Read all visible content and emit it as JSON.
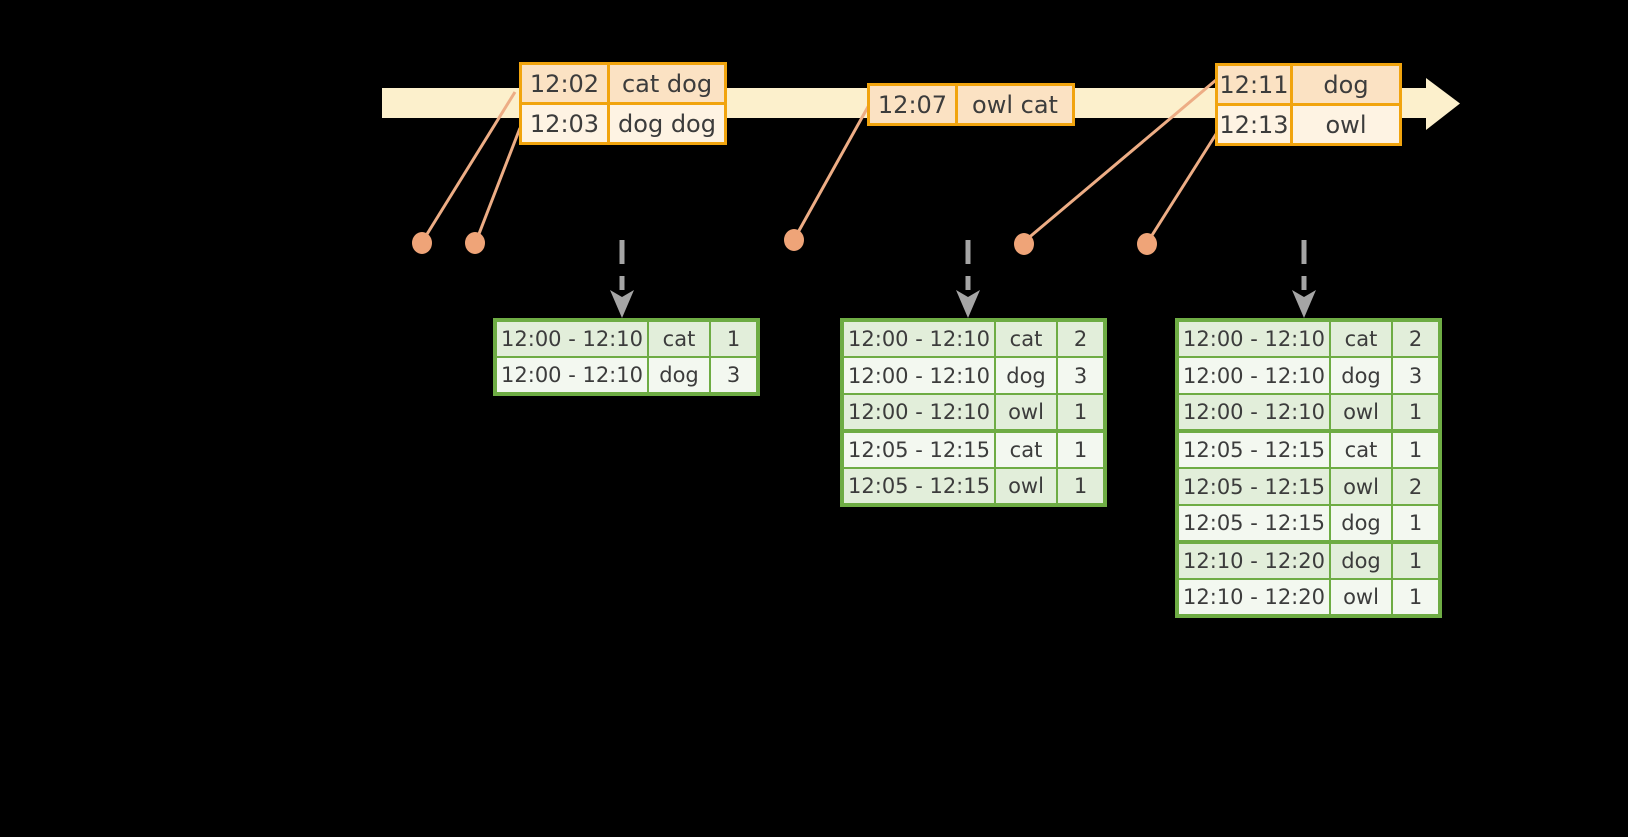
{
  "colors": {
    "background": "#000000",
    "timeline_fill": "#FCF0CC",
    "event_border": "#F1A40E",
    "event_cell_dark": "#FBE2C3",
    "event_cell_light": "#FEF3E3",
    "dot_fill": "#EFA478",
    "leader_line": "#EDAD85",
    "dashed_arrow": "#A5A5A5",
    "result_border": "#6EAC44",
    "result_cell_dark": "#E2EEDA",
    "result_cell_light": "#F3F8F0",
    "text": "#3C3C3C"
  },
  "event_tables": [
    {
      "rows": [
        {
          "time": "12:02",
          "words": "cat dog"
        },
        {
          "time": "12:03",
          "words": "dog dog"
        }
      ]
    },
    {
      "rows": [
        {
          "time": "12:07",
          "words": "owl cat"
        }
      ]
    },
    {
      "rows": [
        {
          "time": "12:11",
          "words": "dog"
        },
        {
          "time": "12:13",
          "words": "owl"
        }
      ]
    }
  ],
  "result_tables": [
    {
      "rows": [
        {
          "window": "12:00 - 12:10",
          "word": "cat",
          "count": "1"
        },
        {
          "window": "12:00 - 12:10",
          "word": "dog",
          "count": "3"
        }
      ],
      "group_breaks": []
    },
    {
      "rows": [
        {
          "window": "12:00 - 12:10",
          "word": "cat",
          "count": "2"
        },
        {
          "window": "12:00 - 12:10",
          "word": "dog",
          "count": "3"
        },
        {
          "window": "12:00 - 12:10",
          "word": "owl",
          "count": "1"
        },
        {
          "window": "12:05 - 12:15",
          "word": "cat",
          "count": "1"
        },
        {
          "window": "12:05 - 12:15",
          "word": "owl",
          "count": "1"
        }
      ],
      "group_breaks": [
        3
      ]
    },
    {
      "rows": [
        {
          "window": "12:00 - 12:10",
          "word": "cat",
          "count": "2"
        },
        {
          "window": "12:00 - 12:10",
          "word": "dog",
          "count": "3"
        },
        {
          "window": "12:00 - 12:10",
          "word": "owl",
          "count": "1"
        },
        {
          "window": "12:05 - 12:15",
          "word": "cat",
          "count": "1"
        },
        {
          "window": "12:05 - 12:15",
          "word": "owl",
          "count": "2"
        },
        {
          "window": "12:05 - 12:15",
          "word": "dog",
          "count": "1"
        },
        {
          "window": "12:10 - 12:20",
          "word": "dog",
          "count": "1"
        },
        {
          "window": "12:10 - 12:20",
          "word": "owl",
          "count": "1"
        }
      ],
      "group_breaks": [
        3,
        6
      ]
    }
  ]
}
